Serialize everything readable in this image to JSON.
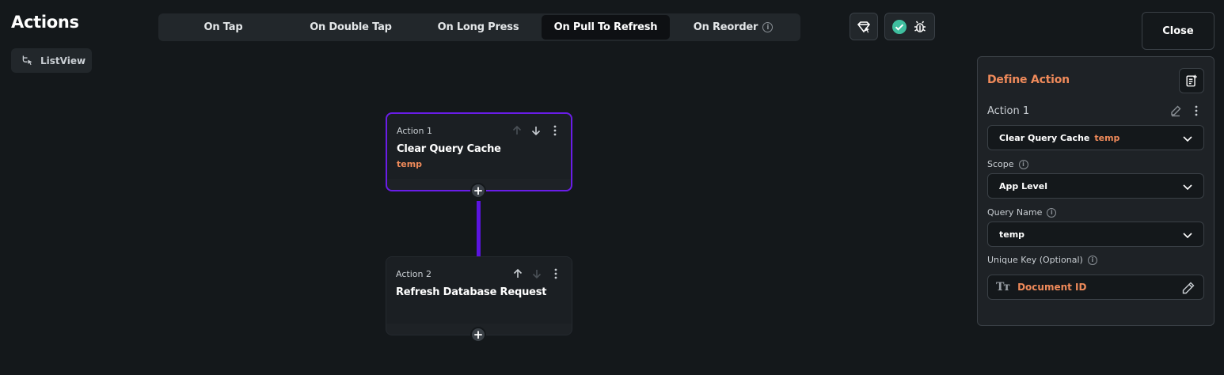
{
  "header": {
    "title": "Actions",
    "widget_chip": "ListView",
    "close_label": "Close"
  },
  "tabs": [
    {
      "label": "On Tap",
      "active": false
    },
    {
      "label": "On Double Tap",
      "active": false
    },
    {
      "label": "On Long Press",
      "active": false
    },
    {
      "label": "On Pull To Refresh",
      "active": true
    },
    {
      "label": "On Reorder",
      "active": false,
      "info": "i"
    }
  ],
  "flow": {
    "actions": [
      {
        "label": "Action 1",
        "name": "Clear Query Cache",
        "sub": "temp"
      },
      {
        "label": "Action 2",
        "name": "Refresh Database Request",
        "sub": ""
      }
    ]
  },
  "panel": {
    "title": "Define Action",
    "action_label": "Action 1",
    "action_select": {
      "value": "Clear Query Cache",
      "tag": "temp"
    },
    "scope": {
      "label": "Scope",
      "value": "App Level"
    },
    "query_name": {
      "label": "Query Name",
      "value": "temp"
    },
    "unique_key": {
      "label": "Unique Key (Optional)",
      "icon_text": "Tт",
      "value": "Document ID"
    }
  },
  "colors": {
    "accent_purple": "#6a1de8",
    "accent_orange": "#ef8a5a",
    "success_green": "#3fbf9f",
    "background": "#14181b"
  },
  "info_glyph": "i",
  "plus_glyph": "+"
}
